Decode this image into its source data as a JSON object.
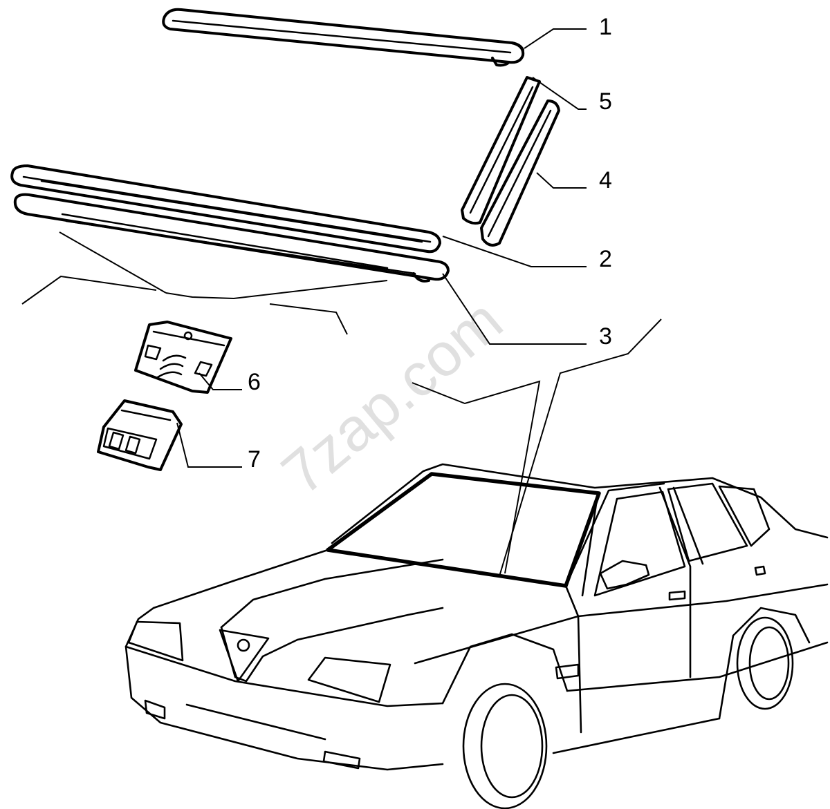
{
  "diagram": {
    "callouts": [
      {
        "id": "1",
        "label": "1"
      },
      {
        "id": "2",
        "label": "2"
      },
      {
        "id": "3",
        "label": "3"
      },
      {
        "id": "4",
        "label": "4"
      },
      {
        "id": "5",
        "label": "5"
      },
      {
        "id": "6",
        "label": "6"
      },
      {
        "id": "7",
        "label": "7"
      }
    ],
    "watermark": "7zap.com"
  }
}
